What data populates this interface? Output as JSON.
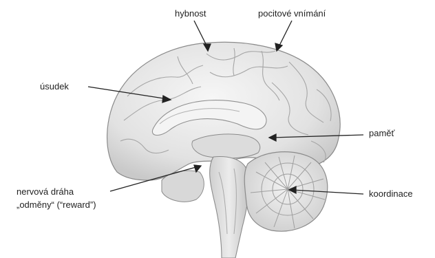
{
  "labels": {
    "motor": "hybnost",
    "sensory": "pocitové vnímání",
    "judgement": "úsudek",
    "memory": "paměť",
    "coordination": "koordinace",
    "reward_line1": "nervová dráha",
    "reward_line2": "„odměny“ (“reward”)"
  },
  "colors": {
    "background": "#ffffff",
    "label_text": "#222222",
    "leader_line": "#222222",
    "brain_fill_light": "#ededed",
    "brain_fill_mid": "#d6d6d6",
    "brain_outline": "#8a8a8a",
    "cerebellum_fill": "#e4e4e4"
  }
}
